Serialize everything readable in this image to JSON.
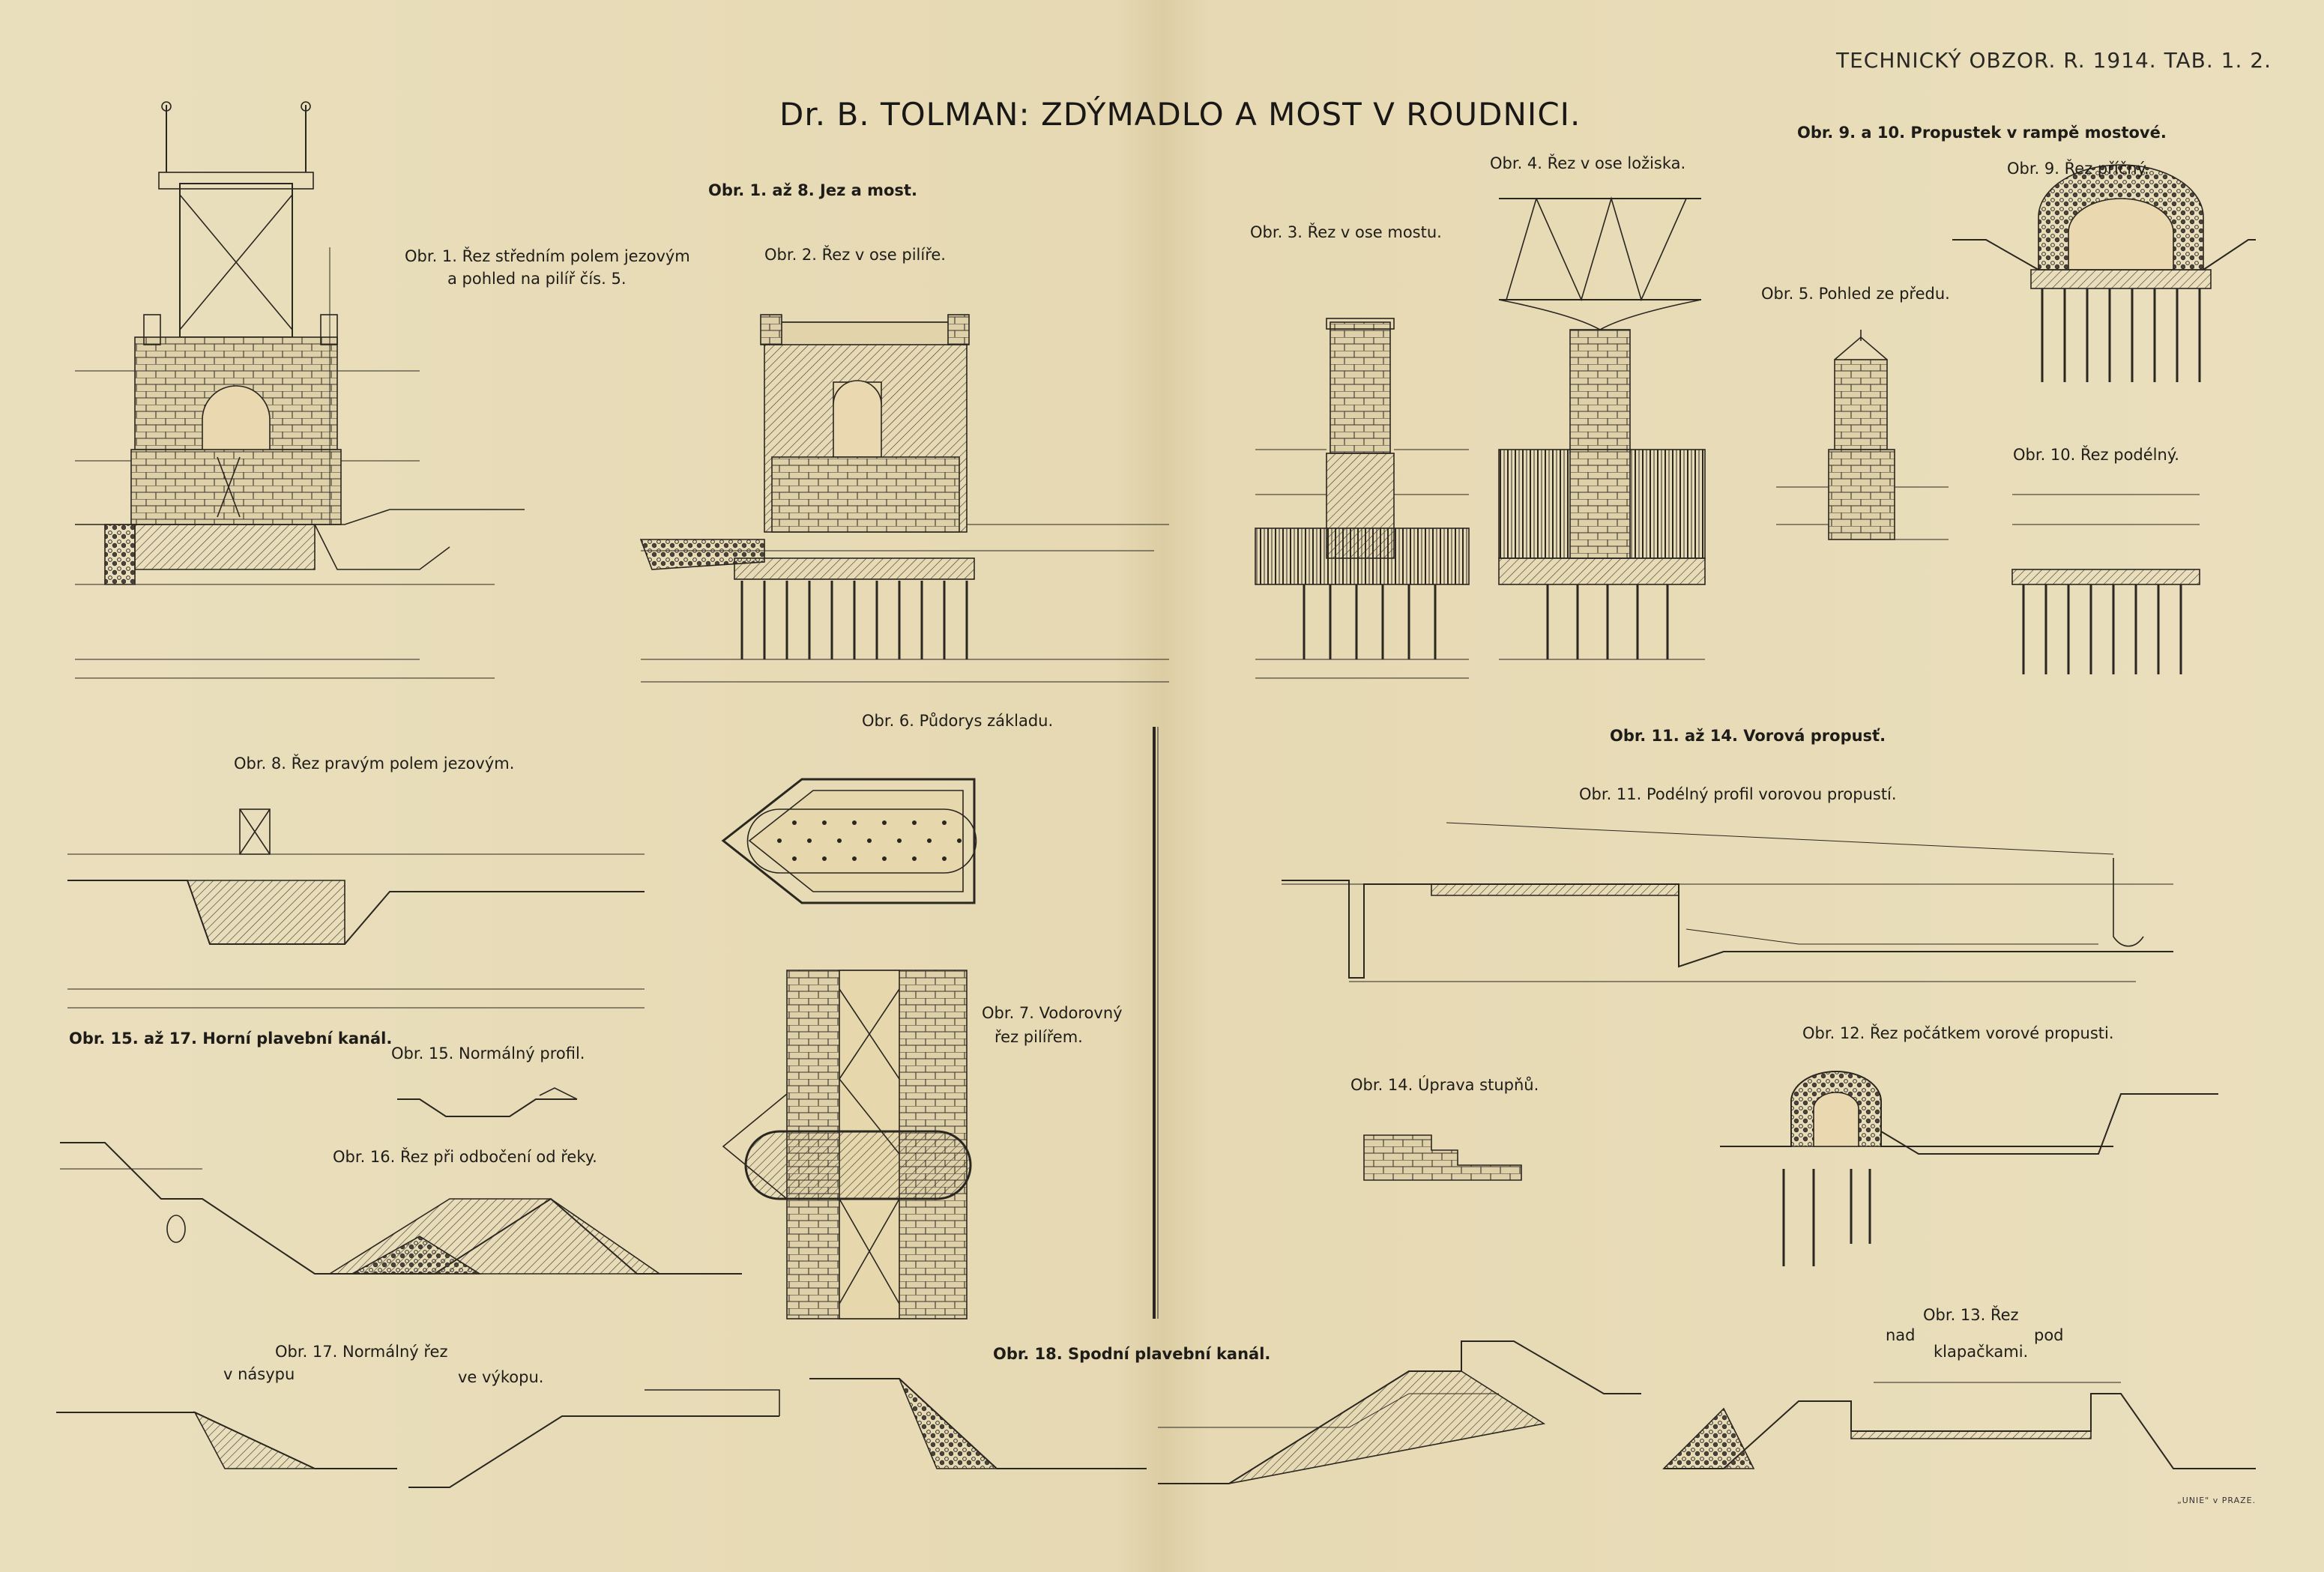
{
  "header": {
    "journal": "TECHNICKÝ OBZOR. R. 1914. TAB. 1. 2.",
    "title": "Dr. B. TOLMAN: ZDÝMADLO A MOST V ROUDNICI."
  },
  "labels": {
    "fig1_8": "Obr. 1. až 8. Jez a most.",
    "fig1_line1": "Obr. 1. Řez středním polem jezovým",
    "fig1_line2": "a pohled na pilíř čís. 5.",
    "fig2": "Obr. 2. Řez v ose pilíře.",
    "fig3": "Obr. 3. Řez v ose mostu.",
    "fig4": "Obr. 4. Řez v ose ložiska.",
    "fig5": "Obr. 5. Pohled ze předu.",
    "fig9_10": "Obr. 9. a 10. Propustek v rampě mostové.",
    "fig9": "Obr. 9. Řez příčný.",
    "fig10": "Obr. 10. Řez podélný.",
    "fig6": "Obr. 6. Půdorys základu.",
    "fig7_line1": "Obr. 7. Vodorovný",
    "fig7_line2": "řez pilířem.",
    "fig8": "Obr. 8. Řez pravým polem jezovým.",
    "fig11_14": "Obr. 11. až 14. Vorová propusť.",
    "fig11": "Obr. 11. Podélný profil vorovou propustí.",
    "fig12": "Obr. 12. Řez počátkem vorové propusti.",
    "fig13_line1": "Obr. 13. Řez",
    "fig13_nad": "nad",
    "fig13_pod": "pod",
    "fig13_line3": "klapačkami.",
    "fig14": "Obr. 14. Úprava stupňů.",
    "fig15_17": "Obr. 15. až 17. Horní plavební kanál.",
    "fig15": "Obr. 15. Normálný profil.",
    "fig16": "Obr. 16. Řez při odbočení od řeky.",
    "fig17": "Obr. 17. Normálný řez",
    "fig17_a": "v násypu",
    "fig17_b": "ve výkopu.",
    "fig18": "Obr. 18. Spodní plavební kanál."
  },
  "footer": {
    "printer": "„UNIE\" v PRAZE."
  },
  "colors": {
    "paper": "#e8dcb8",
    "ink": "#1c1a17"
  }
}
